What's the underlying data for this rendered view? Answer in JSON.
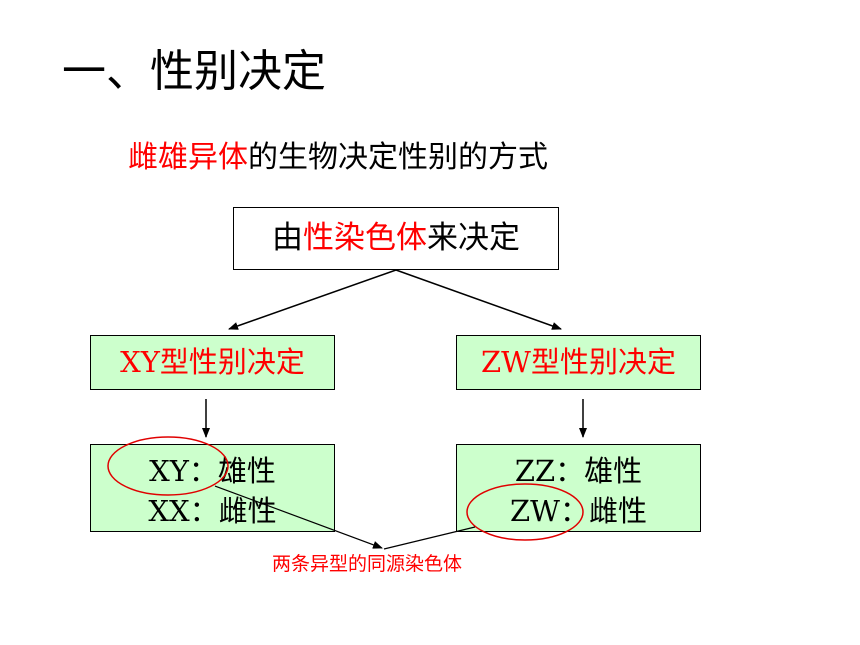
{
  "title": "一、性别决定",
  "subtitle": {
    "highlight": "雌雄异体",
    "rest": "的生物决定性别的方式"
  },
  "top_box": {
    "prefix": "由",
    "highlight": "性染色体",
    "suffix": "来决定"
  },
  "xy_type": "XY型性别决定",
  "zw_type": "ZW型性别决定",
  "xy_result": {
    "line1": "XY：雄性",
    "line2": "XX：雌性"
  },
  "zw_result": {
    "line1": "ZZ：雄性",
    "line2": "ZW：雌性"
  },
  "caption": "两条异型的同源染色体",
  "colors": {
    "accent": "#ff0000",
    "box_fill": "#ccffcc"
  }
}
